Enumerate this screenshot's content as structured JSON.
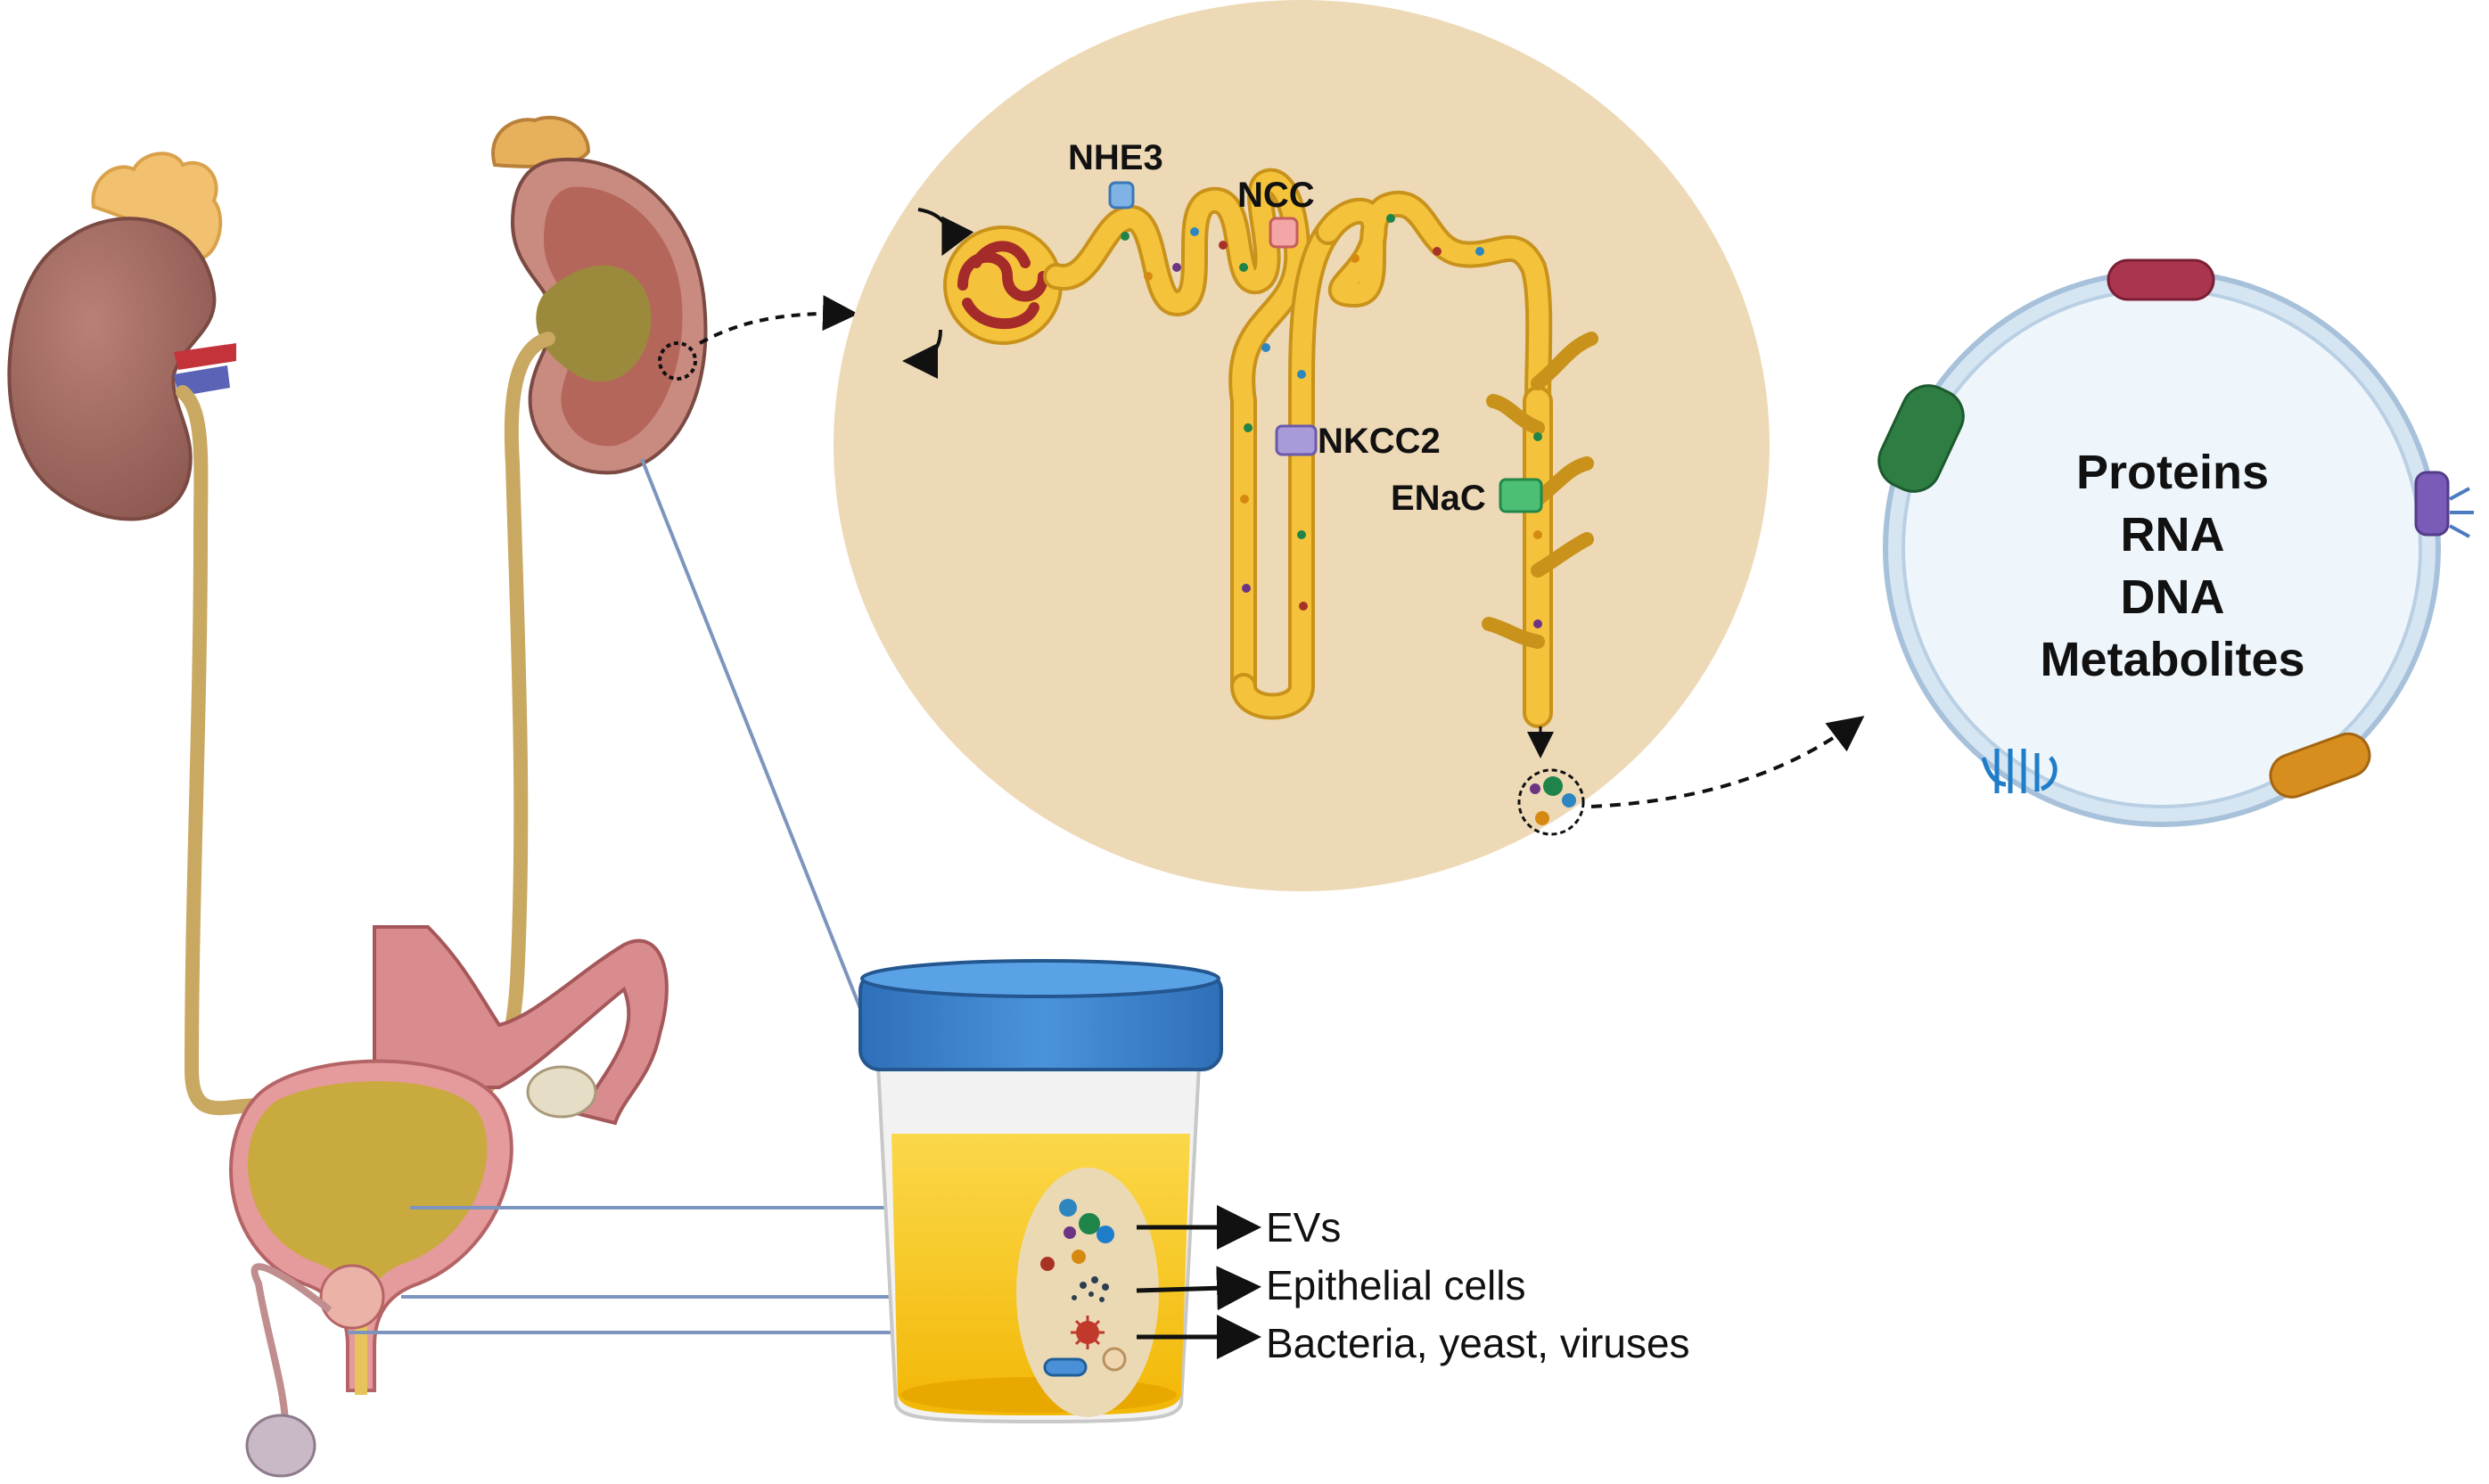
{
  "nephron": {
    "transporters": {
      "nhe3": "NHE3",
      "ncc": "NCC",
      "nkcc2": "NKCC2",
      "enac": "ENaC"
    }
  },
  "ev": {
    "contents": {
      "line1": "Proteins",
      "line2": "RNA",
      "line3": "DNA",
      "line4": "Metabolites"
    }
  },
  "urine": {
    "components": {
      "evs": "EVs",
      "epithelial": "Epithelial cells",
      "microbes": "Bacteria, yeast, viruses"
    }
  },
  "colors": {
    "nephron_background": "#EDD9B6",
    "tubule": "#F5C33B",
    "kidney": "#A86F66",
    "ureter": "#C9A862",
    "urine": "#F9C80E",
    "cup_lid": "#3E86D0",
    "ev_membrane": "#B9CFE3",
    "ev_fill": "#EEF6FC",
    "arrow_line": "#7D95BE"
  }
}
